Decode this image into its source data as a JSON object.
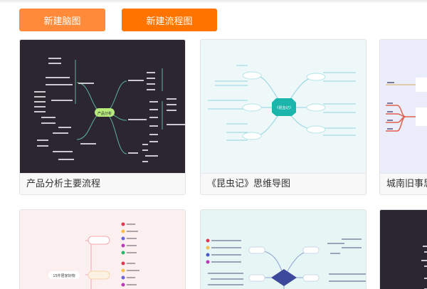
{
  "toolbar": {
    "new_mindmap_label": "新建脑图",
    "new_flowchart_label": "新建流程图"
  },
  "colors": {
    "new_mindmap_bg": "#ff8b3a",
    "new_flowchart_bg": "#ff7300"
  },
  "templates": [
    {
      "title": "产品分析主要流程",
      "thumb_bg": "#2b2630",
      "thumb_style": "dark-mindmap",
      "center_node": "产品分析"
    },
    {
      "title": "《昆虫记》思维导图",
      "thumb_bg": "#eff8f9",
      "thumb_style": "teal-mindmap",
      "center_node": "《昆虫记》"
    },
    {
      "title": "城南旧事思维导图",
      "thumb_bg": "#ecedfb",
      "thumb_style": "lavender-mindmap"
    },
    {
      "title": "",
      "thumb_bg": "#fcefef",
      "thumb_style": "pink-mindmap",
      "center_node": "15件居家好物"
    },
    {
      "title": "",
      "thumb_bg": "#e6f6f5",
      "thumb_style": "mint-mindmap"
    },
    {
      "title": "",
      "thumb_bg": "#2b2630",
      "thumb_style": "dark-mindmap"
    }
  ]
}
